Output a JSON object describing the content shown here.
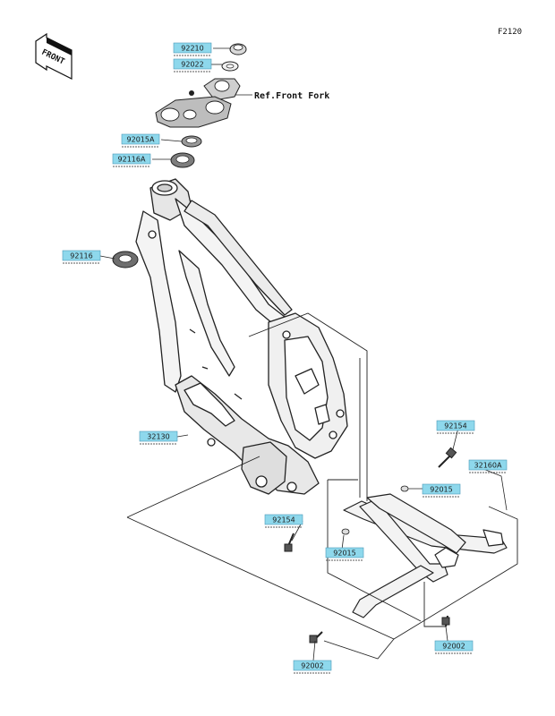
{
  "figure_code": "F2120",
  "front_marker": "FRONT",
  "reference_label": "Ref.Front Fork",
  "colors": {
    "label_fill": "#8ed8ec",
    "label_stroke": "#4a9ab8",
    "line": "#222222",
    "part": "#333333"
  },
  "callouts": [
    {
      "id": "c92210",
      "part_no": "92210"
    },
    {
      "id": "c92022",
      "part_no": "92022"
    },
    {
      "id": "c92015a",
      "part_no": "92015A"
    },
    {
      "id": "c92116a",
      "part_no": "92116A"
    },
    {
      "id": "c92116",
      "part_no": "92116"
    },
    {
      "id": "c32130",
      "part_no": "32130"
    },
    {
      "id": "c92154a",
      "part_no": "92154"
    },
    {
      "id": "c32160a",
      "part_no": "32160A"
    },
    {
      "id": "c92015b",
      "part_no": "92015"
    },
    {
      "id": "c92154b",
      "part_no": "92154"
    },
    {
      "id": "c92015c",
      "part_no": "92015"
    },
    {
      "id": "c92002a",
      "part_no": "92002"
    },
    {
      "id": "c92002b",
      "part_no": "92002"
    }
  ]
}
